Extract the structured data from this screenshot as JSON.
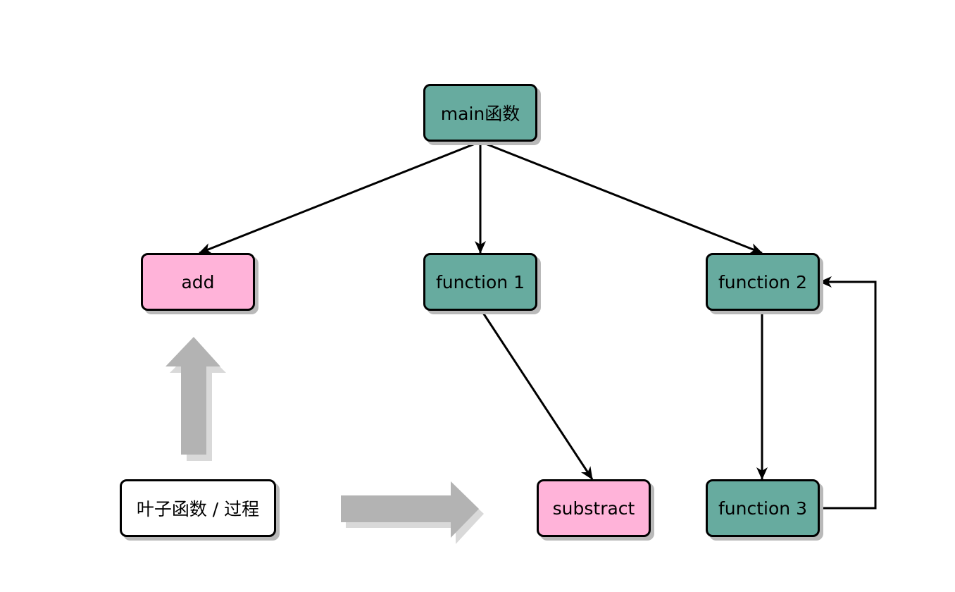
{
  "colors": {
    "caller_fill": "#67ab9f",
    "leaf_fill": "#ffb3d9",
    "legend_fill": "#ffffff",
    "stroke": "#000000",
    "shadow": "#b9b9b9",
    "hint_arrow": "#b3b3b3"
  },
  "nodes": {
    "main": "main函数",
    "add": "add",
    "function1": "function 1",
    "function2": "function 2",
    "function3": "function 3",
    "substract": "substract",
    "legend": "叶子函数 / 过程"
  },
  "edges": [
    {
      "from": "main",
      "to": "add"
    },
    {
      "from": "main",
      "to": "function1"
    },
    {
      "from": "main",
      "to": "function2"
    },
    {
      "from": "function1",
      "to": "substract"
    },
    {
      "from": "function2",
      "to": "function3"
    },
    {
      "from": "function3",
      "to": "function2"
    }
  ]
}
